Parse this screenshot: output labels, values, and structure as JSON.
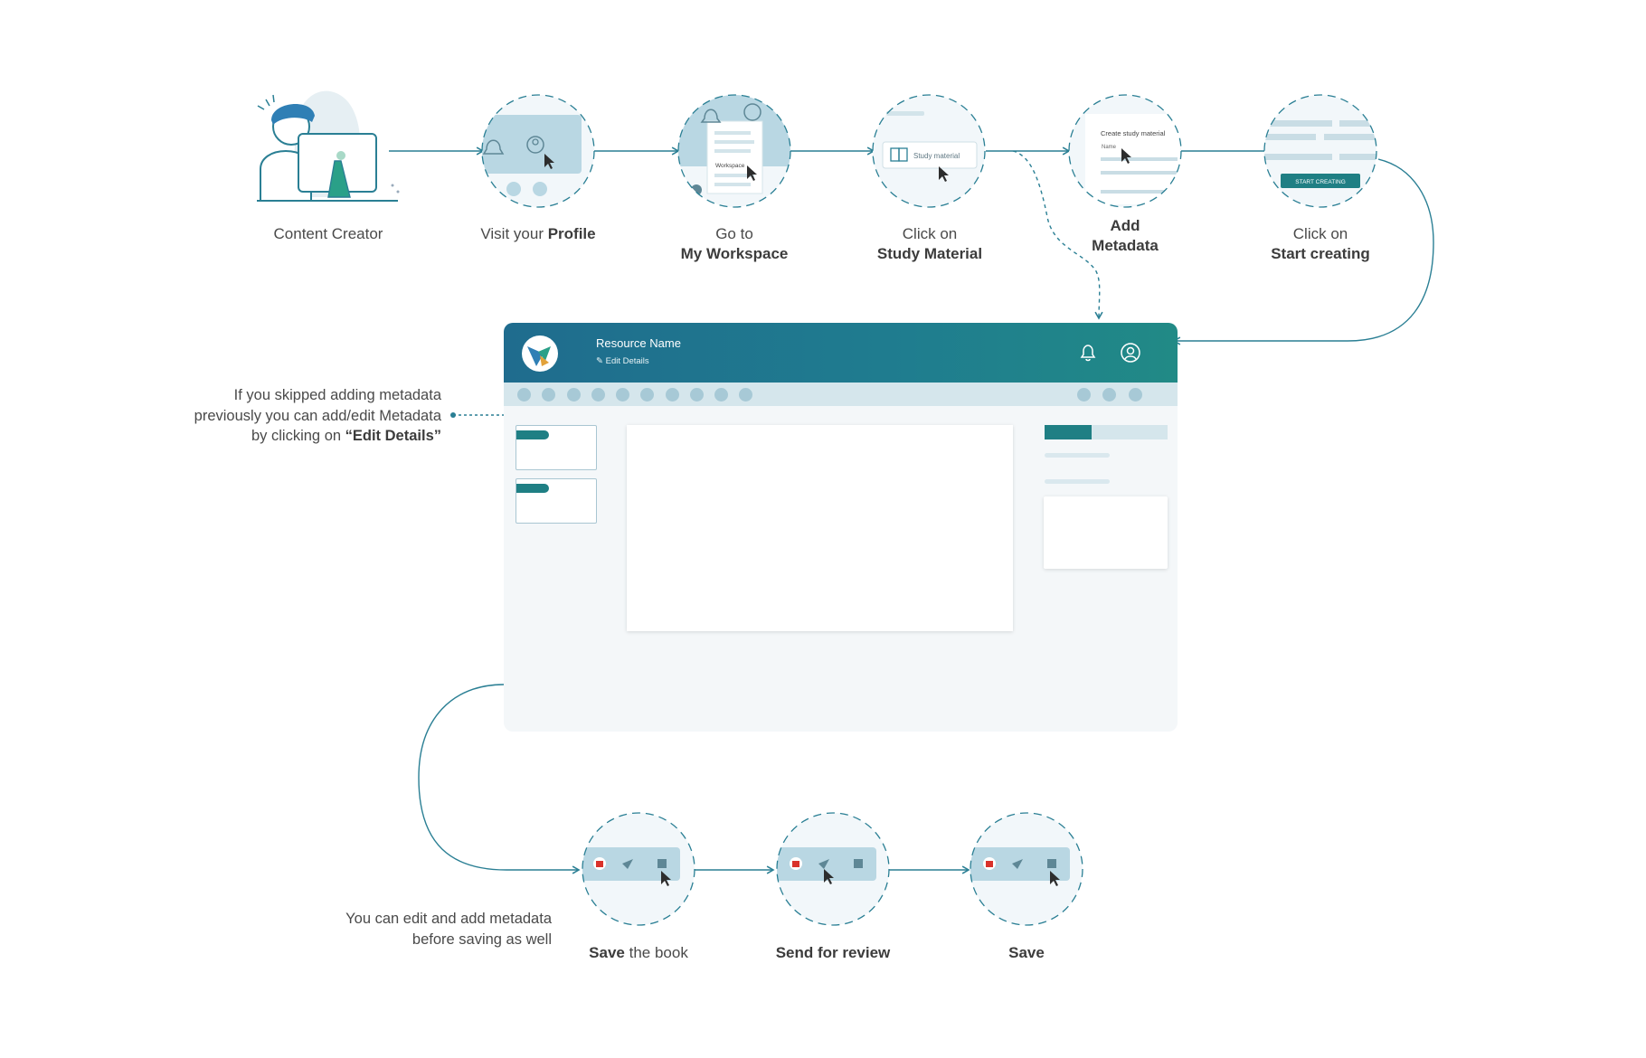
{
  "colors": {
    "teal": "#1f7f84",
    "line": "#2a7f94",
    "pale": "#d5e6ec",
    "mid": "#a7c9d6",
    "red": "#d9322b"
  },
  "steps": [
    {
      "text": "Content Creator",
      "bold": "",
      "suffix": "",
      "line2": ""
    },
    {
      "text": "Visit your ",
      "bold": "Profile",
      "suffix": "",
      "line2": ""
    },
    {
      "text": "Go to",
      "bold": "",
      "suffix": "",
      "line2": "My Workspace"
    },
    {
      "text": "Click on",
      "bold": "",
      "suffix": "",
      "line2": "Study Material"
    },
    {
      "text": "",
      "bold": "Add",
      "suffix": "",
      "line2": "Metadata"
    },
    {
      "text": "Click on",
      "bold": "",
      "suffix": "",
      "line2": "Start creating"
    }
  ],
  "bottom_steps": [
    {
      "bold": "Save",
      "suffix": " the book"
    },
    {
      "bold": "Send for review",
      "suffix": ""
    },
    {
      "bold": "Save",
      "suffix": ""
    }
  ],
  "mini": {
    "workspace": "Workspace",
    "study_material": "Study material",
    "create_title": "Create study material",
    "name_label": "Name",
    "start_button": "START CREATING"
  },
  "app": {
    "resource_name": "Resource Name",
    "edit_details": "Edit Details",
    "progress_fraction": 0.38
  },
  "notes": {
    "edit_l1": "If you skipped adding metadata",
    "edit_l2": "previously you can add/edit Metadata",
    "edit_l3_pre": "by clicking on ",
    "edit_l3_bold": "“Edit Details”",
    "save_l1": "You can edit and add metadata",
    "save_l2": "before saving as well"
  }
}
